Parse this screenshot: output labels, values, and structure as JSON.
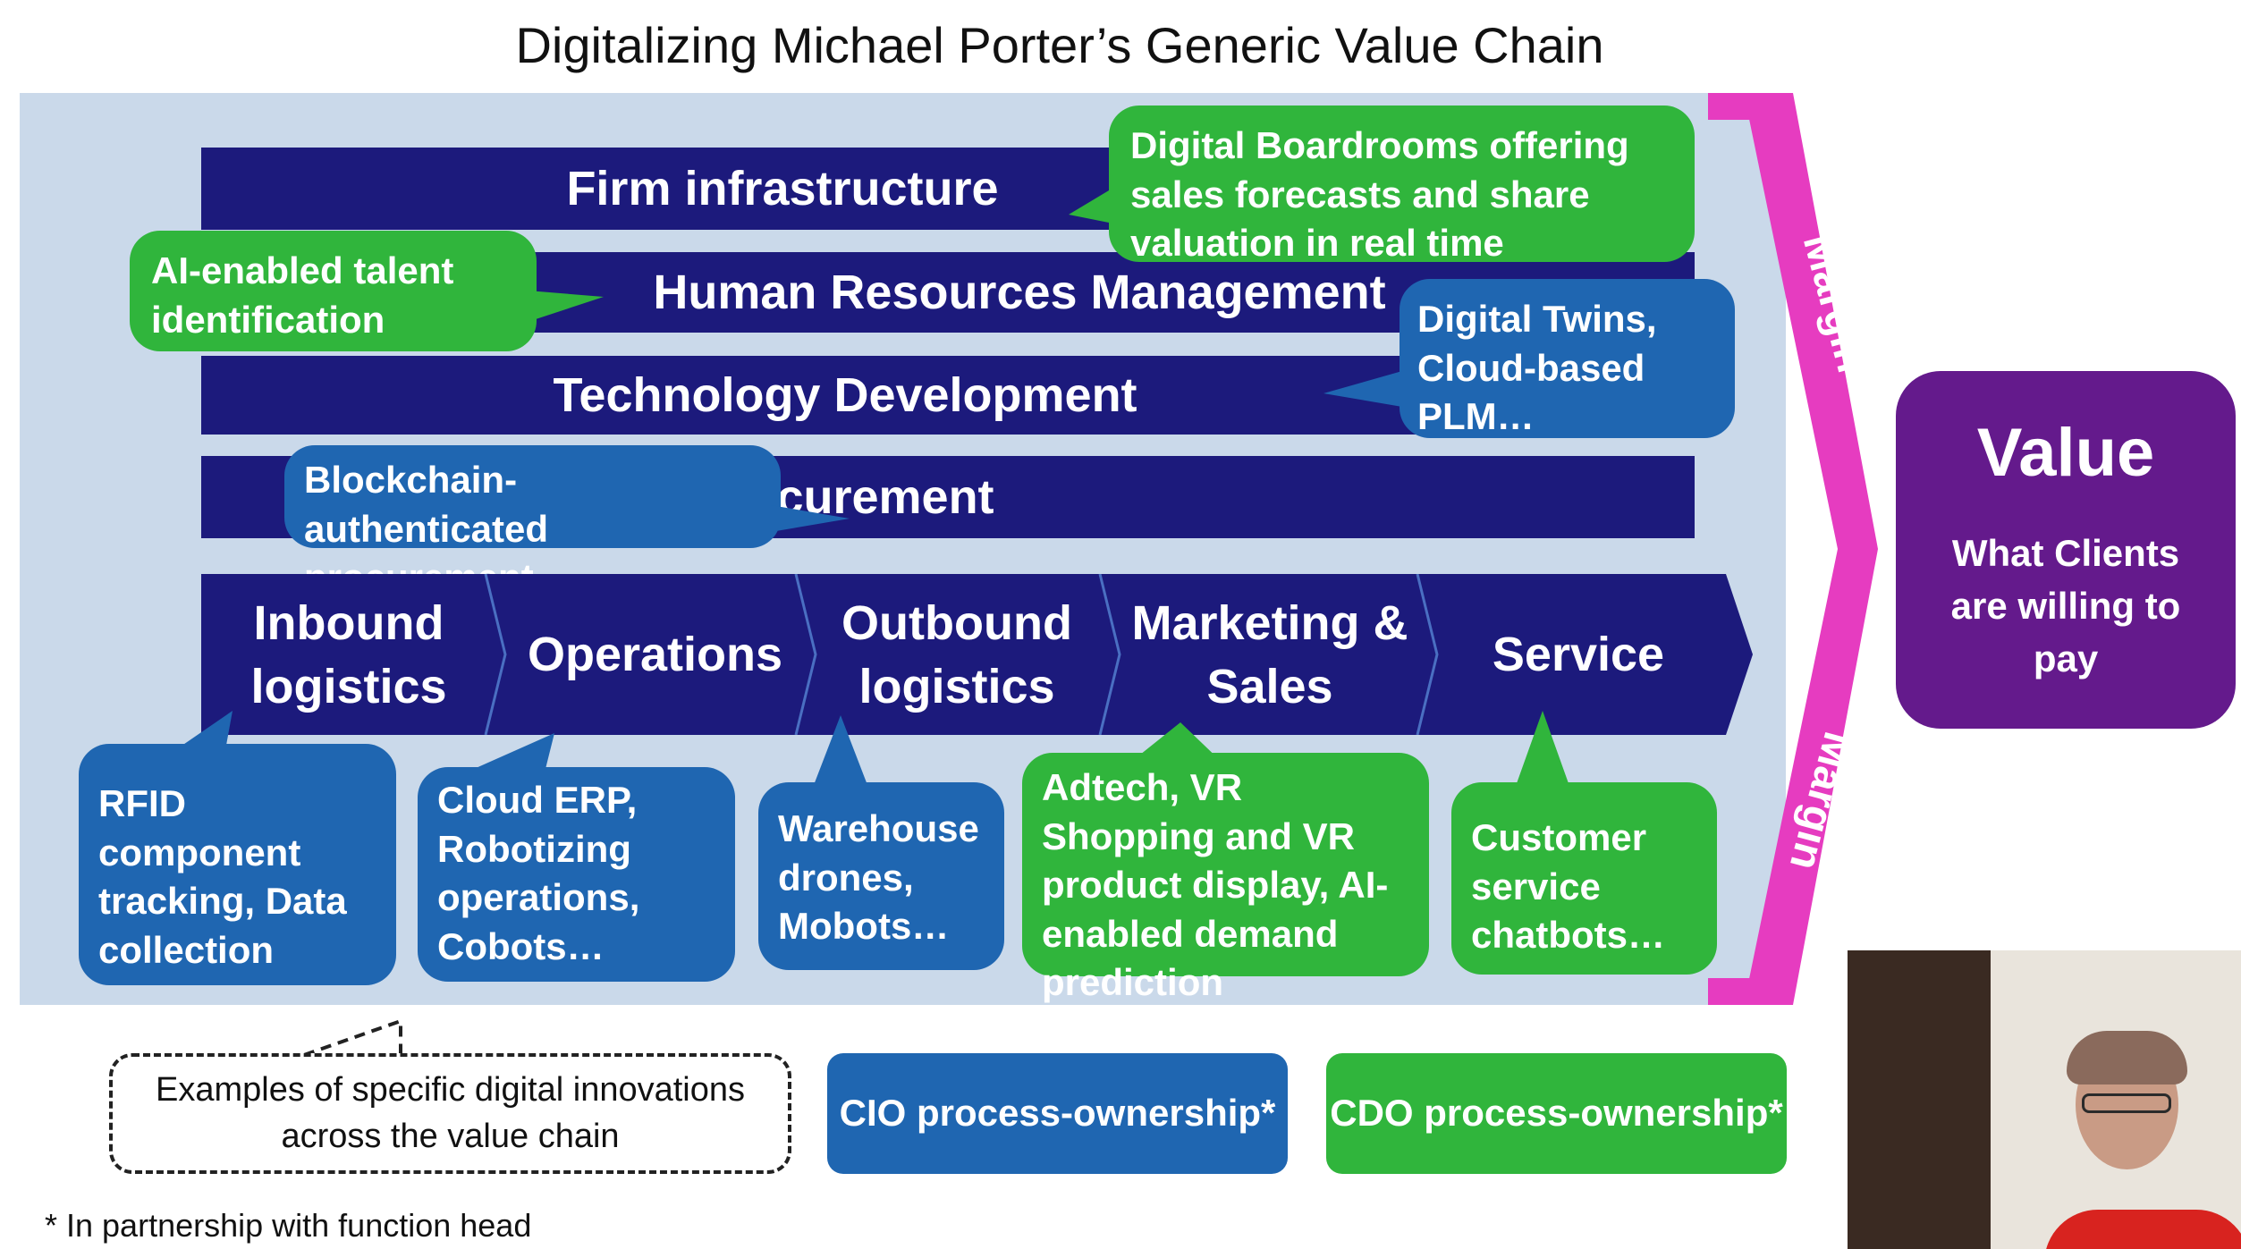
{
  "title": "Digitalizing Michael Porter’s Generic Value Chain",
  "support_activities": {
    "firm_infrastructure": "Firm infrastructure",
    "hrm": "Human Resources Management",
    "technology": "Technology Development",
    "procurement": "Procurement"
  },
  "support_callouts": {
    "boardrooms": "Digital Boardrooms offering sales forecasts and share valuation in real time",
    "talent": "AI-enabled talent identification",
    "twins": "Digital Twins, Cloud-based PLM…",
    "blockchain": "Blockchain-authenticated procurement…"
  },
  "primary_activities": {
    "inbound": "Inbound logistics",
    "operations": "Operations",
    "outbound": "Outbound logistics",
    "marketing": "Marketing & Sales",
    "service": "Service"
  },
  "primary_callouts": {
    "rfid": "RFID component tracking, Data collection",
    "erp": "Cloud ERP, Robotizing operations, Cobots…",
    "warehouse": "Warehouse drones, Mobots…",
    "adtech": "Adtech, VR Shopping and VR product display, AI-enabled demand prediction",
    "chatbots": "Customer service chatbots…"
  },
  "margin": {
    "top": "Margin",
    "bottom": "Margin"
  },
  "value": {
    "heading": "Value",
    "text": "What Clients are willing to pay"
  },
  "legend": {
    "examples": "Examples of specific digital innovations across the value chain",
    "cio": "CIO process-ownership*",
    "cdo": "CDO process-ownership*",
    "footnote": "* In partnership with function head"
  },
  "colors": {
    "navy": "#1c1a7c",
    "blue_callout": "#1f66b1",
    "green_callout": "#30b53c",
    "margin_pink": "#e63cc0",
    "value_purple": "#641a8c",
    "panel": "#cad9ea"
  }
}
